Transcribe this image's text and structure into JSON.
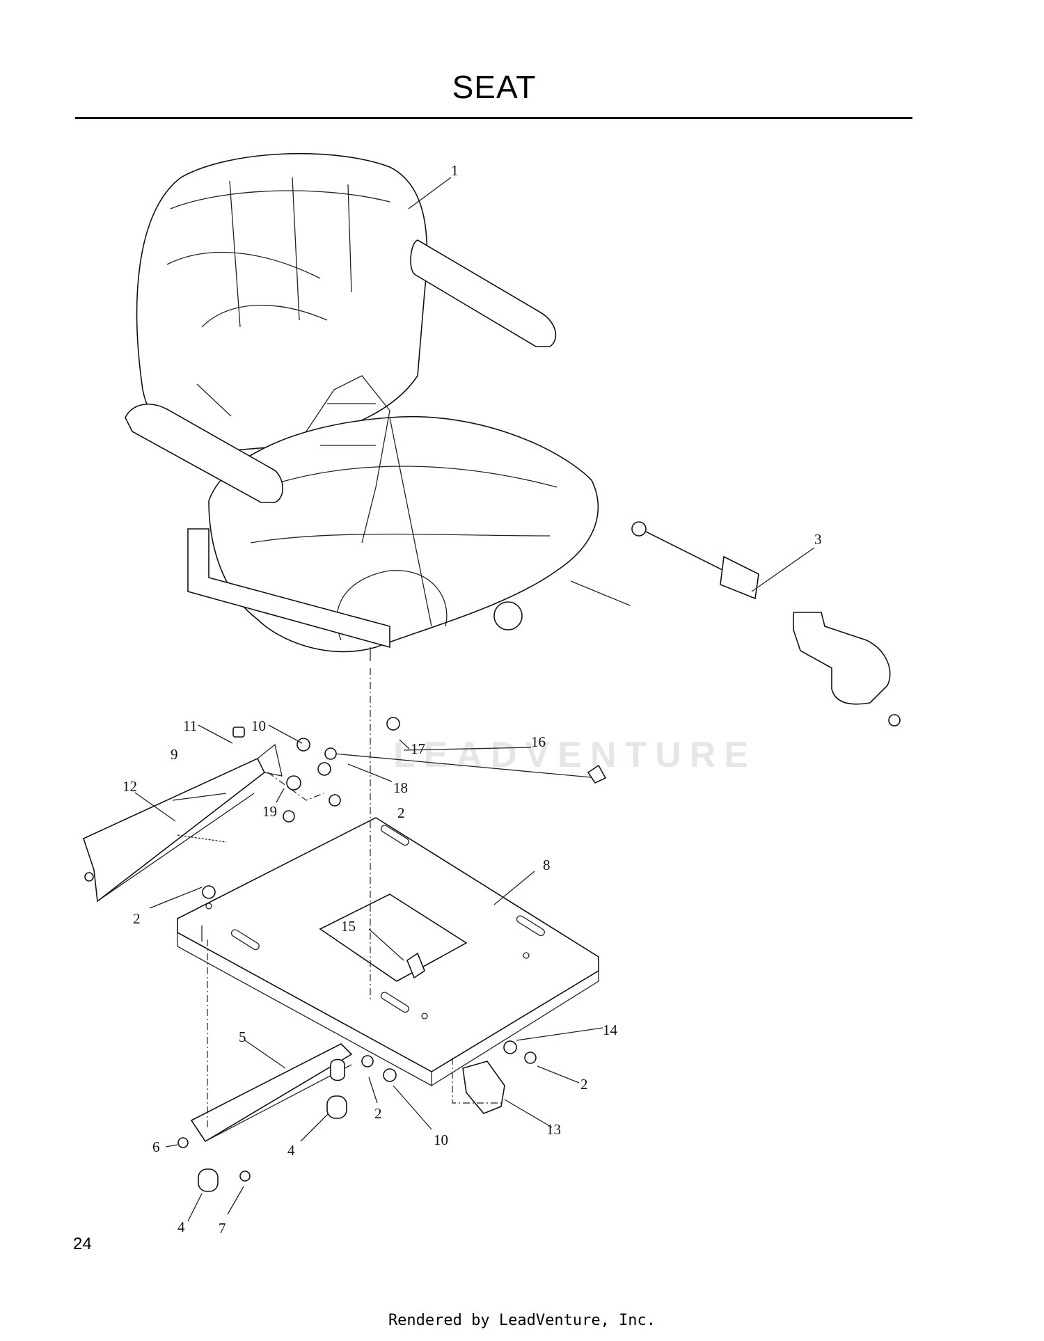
{
  "page": {
    "title": "SEAT",
    "page_number": "24",
    "footer": "Rendered by LeadVenture, Inc.",
    "watermark": "LEADVENTURE"
  },
  "callouts": [
    "1",
    "3",
    "11",
    "10",
    "17",
    "16",
    "9",
    "18",
    "12",
    "19",
    "2",
    "8",
    "2",
    "15",
    "14",
    "5",
    "2",
    "2",
    "10",
    "13",
    "6",
    "4",
    "4",
    "7"
  ]
}
